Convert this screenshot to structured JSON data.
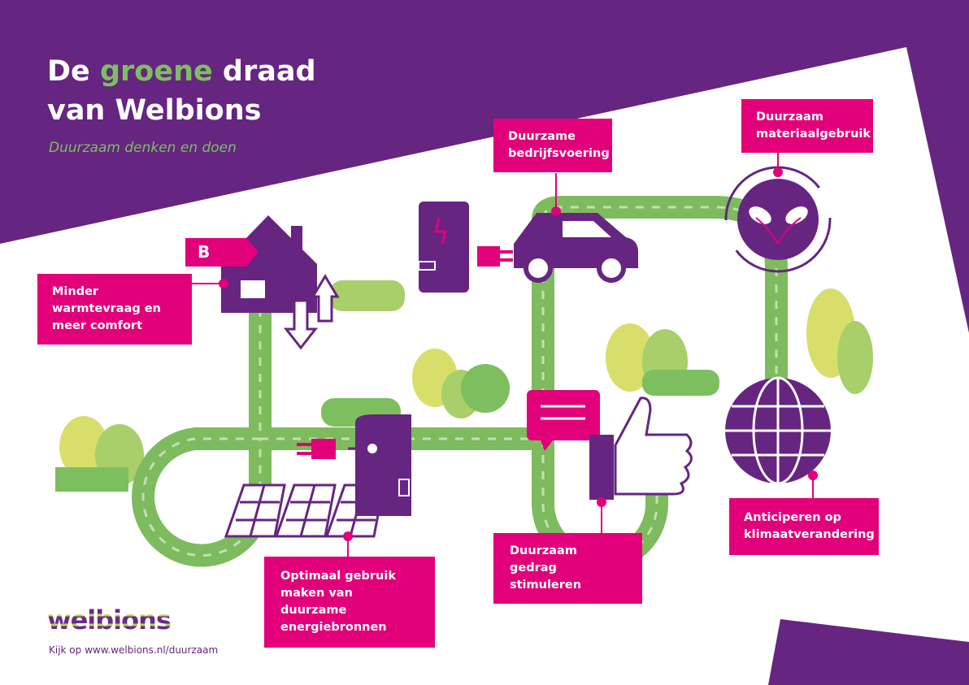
{
  "title": {
    "part1": "De ",
    "highlight": "groene",
    "part2": " draad",
    "line2": "van Welbions"
  },
  "subtitle": "Duurzaam denken en doen",
  "energy_label": "B",
  "labels": {
    "warmte": "Minder warmtevraag en meer comfort",
    "bedrijf": "Duurzame bedrijfsvoering",
    "materiaal": "Duurzaam materiaalgebruik",
    "energie": "Optimaal gebruik maken van duurzame energiebronnen",
    "gedrag": "Duurzaam gedrag stimuleren",
    "klimaat": "Anticiperen op klimaatverandering"
  },
  "logo": "welbions",
  "url": "Kijk op www.welbions.nl/duurzaam",
  "colors": {
    "purple": "#652581",
    "magenta": "#e2007a",
    "green": "#7dbf5e",
    "road": "#7dbb5e"
  }
}
